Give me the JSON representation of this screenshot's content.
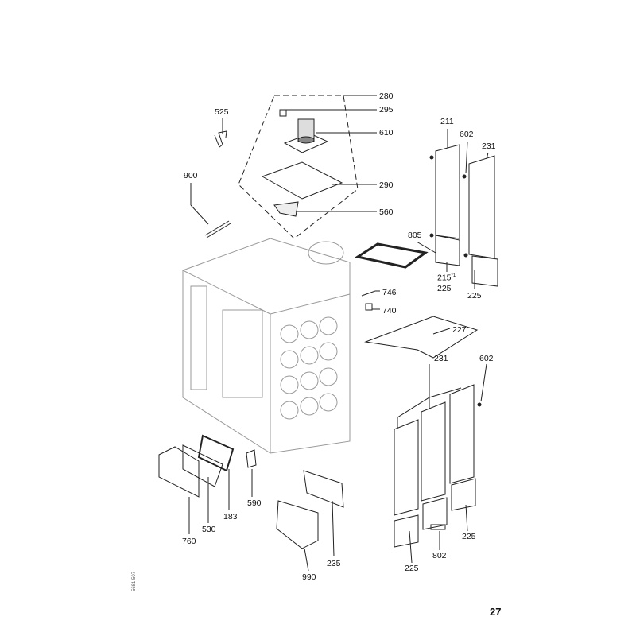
{
  "page_number": "27",
  "drawing_code": "5681 507",
  "parts": {
    "p280": "280",
    "p295": "295",
    "p610": "610",
    "p290": "290",
    "p560": "560",
    "p525": "525",
    "p900": "900",
    "p805": "805",
    "p211": "211",
    "p602a": "602",
    "p231a": "231",
    "p215": "215",
    "p215_note": "*1",
    "p225a": "225",
    "p225b": "225",
    "p746": "746",
    "p740": "740",
    "p227": "227",
    "p231b": "231",
    "p602b": "602",
    "p760": "760",
    "p530": "530",
    "p183": "183",
    "p590": "590",
    "p235": "235",
    "p990": "990",
    "p802": "802",
    "p225c": "225",
    "p225d": "225"
  }
}
